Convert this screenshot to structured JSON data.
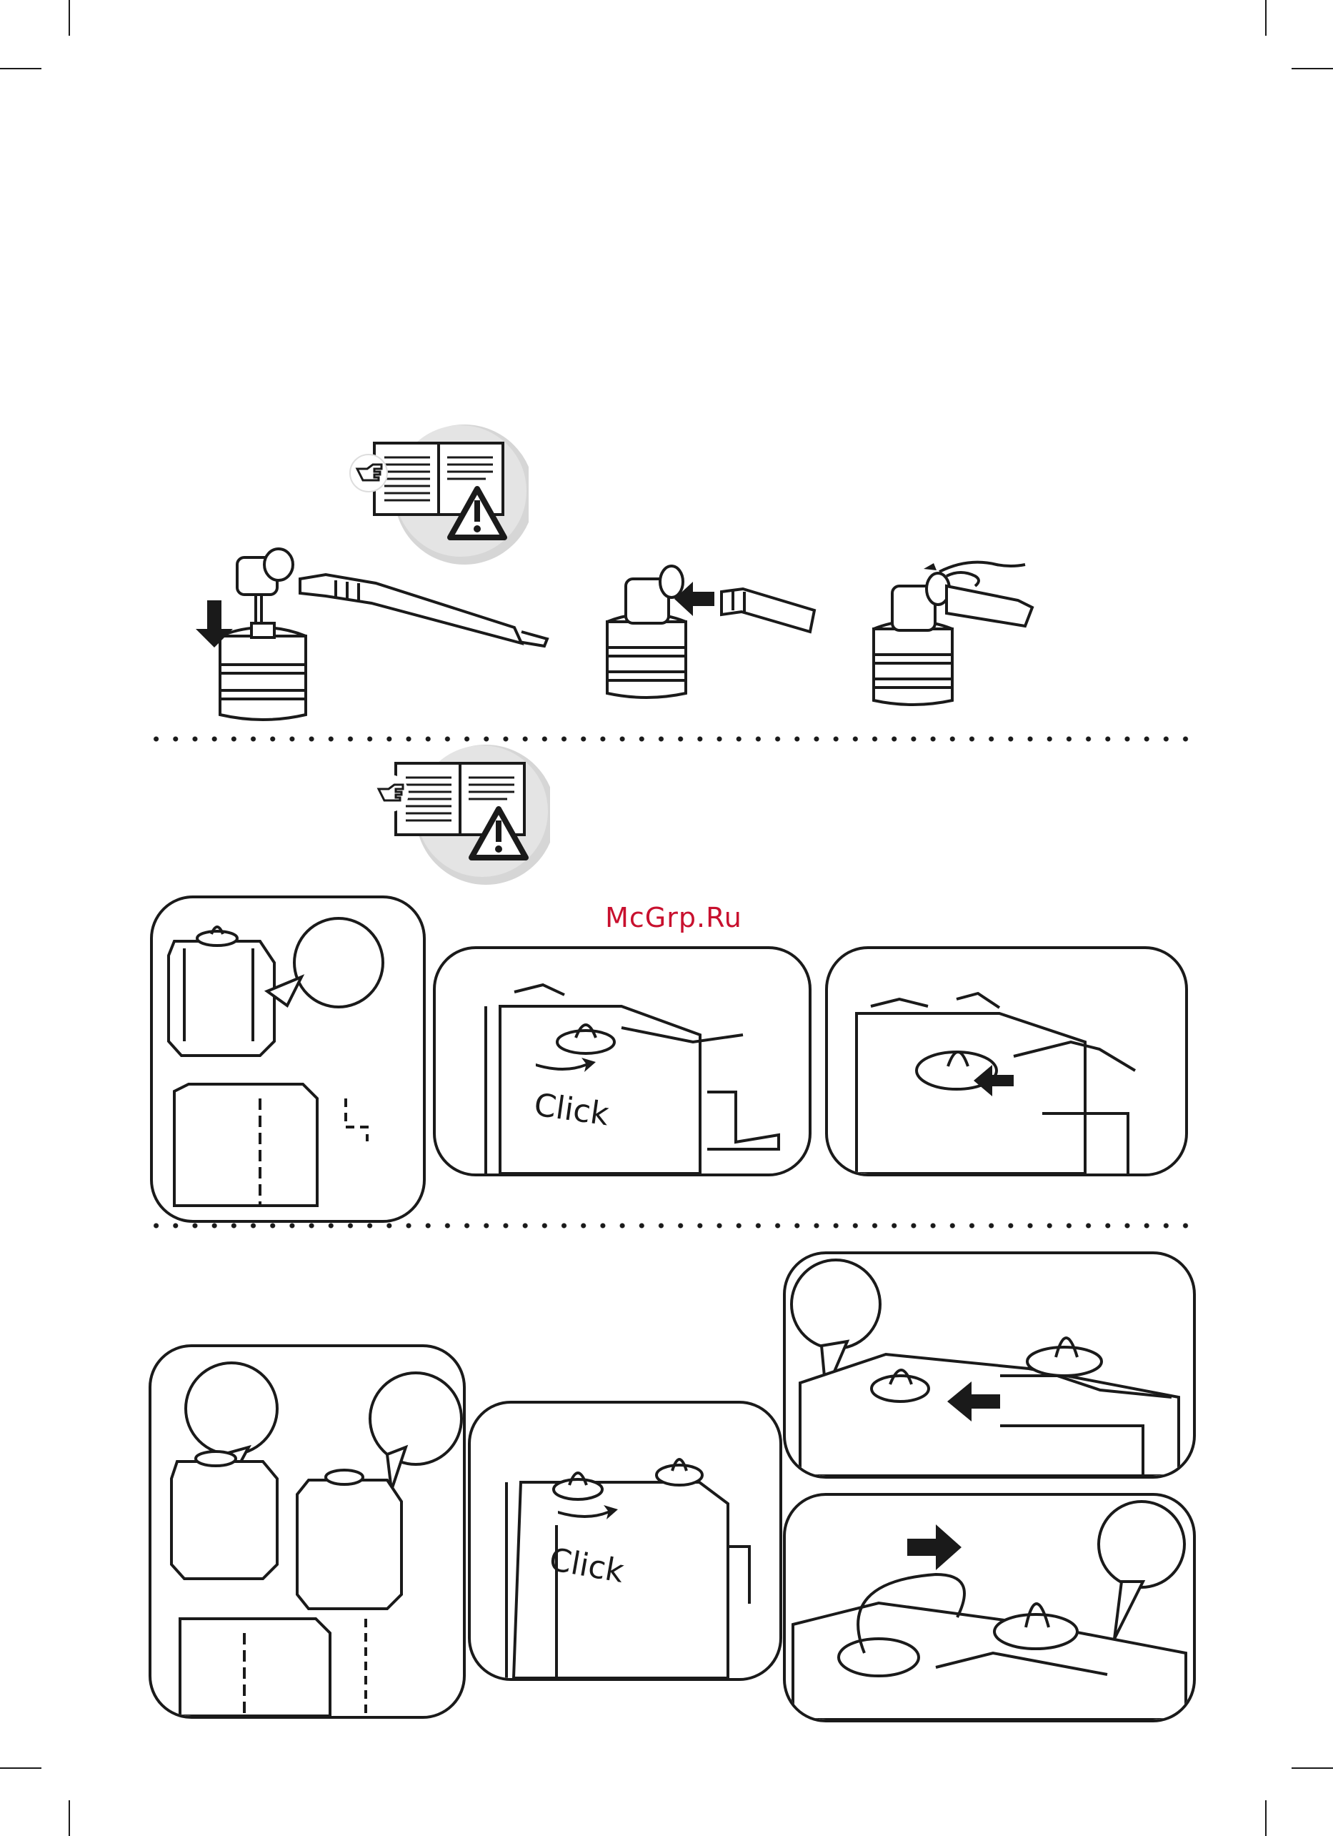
{
  "watermark": {
    "text": "McGrp.Ru",
    "color": "#c8102e"
  },
  "labels": {
    "click_1": "Click",
    "click_2": "Click"
  },
  "icons": {
    "manual": "open-book-pointing-hand-icon",
    "warning": "warning-triangle-icon"
  },
  "colors": {
    "line": "#1a1a1a",
    "icon_bg": "#d9d9d9",
    "paper": "#ffffff"
  }
}
